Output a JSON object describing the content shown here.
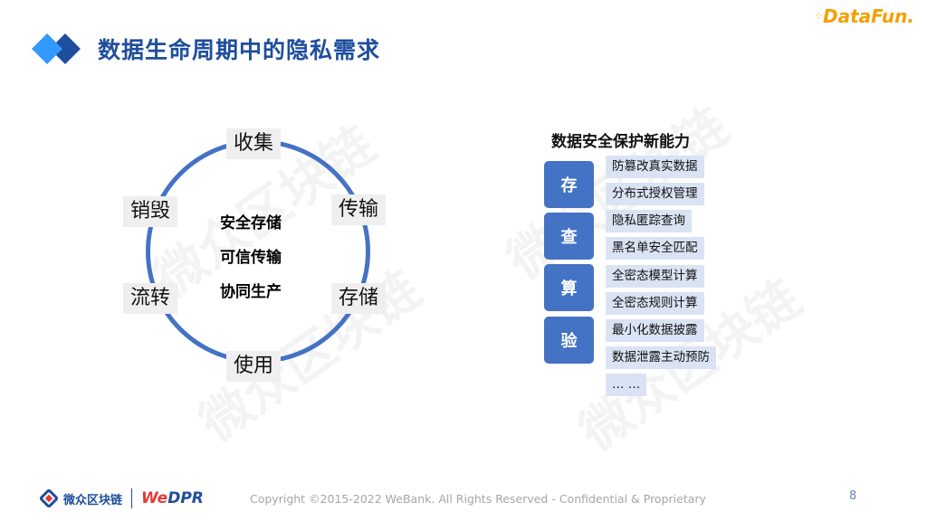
{
  "header": {
    "title": "数据生命周期中的隐私需求",
    "logo_text": "DataFun.",
    "logo_dots": "⁘"
  },
  "lifecycle": {
    "stages": [
      {
        "label": "收集",
        "position": "top"
      },
      {
        "label": "传输",
        "position": "upper-right"
      },
      {
        "label": "存储",
        "position": "lower-right"
      },
      {
        "label": "使用",
        "position": "bottom"
      },
      {
        "label": "流转",
        "position": "lower-left"
      },
      {
        "label": "销毁",
        "position": "upper-left"
      }
    ],
    "center_lines": [
      "安全存储",
      "可信传输",
      "协同生产"
    ],
    "ring_color": "#4472c4"
  },
  "capabilities": {
    "title": "数据安全保护新能力",
    "categories": [
      {
        "label": "存",
        "items": [
          "防篡改真实数据",
          "分布式授权管理"
        ]
      },
      {
        "label": "查",
        "items": [
          "隐私匿踪查询",
          "黑名单安全匹配"
        ]
      },
      {
        "label": "算",
        "items": [
          "全密态模型计算",
          "全密态规则计算"
        ]
      },
      {
        "label": "验",
        "items": [
          "最小化数据披露",
          "数据泄露主动预防"
        ]
      }
    ],
    "ellipsis": "… …",
    "category_color": "#4472c4",
    "item_color": "#dae3f3"
  },
  "footer": {
    "brand_cn": "微众区块链",
    "wedpr_we": "We",
    "wedpr_dpr": "DPR",
    "copyright": "Copyright ©2015-2022 WeBank. All Rights Reserved - Confidential & Proprietary",
    "page_number": "8"
  },
  "watermark": "微众区块链"
}
